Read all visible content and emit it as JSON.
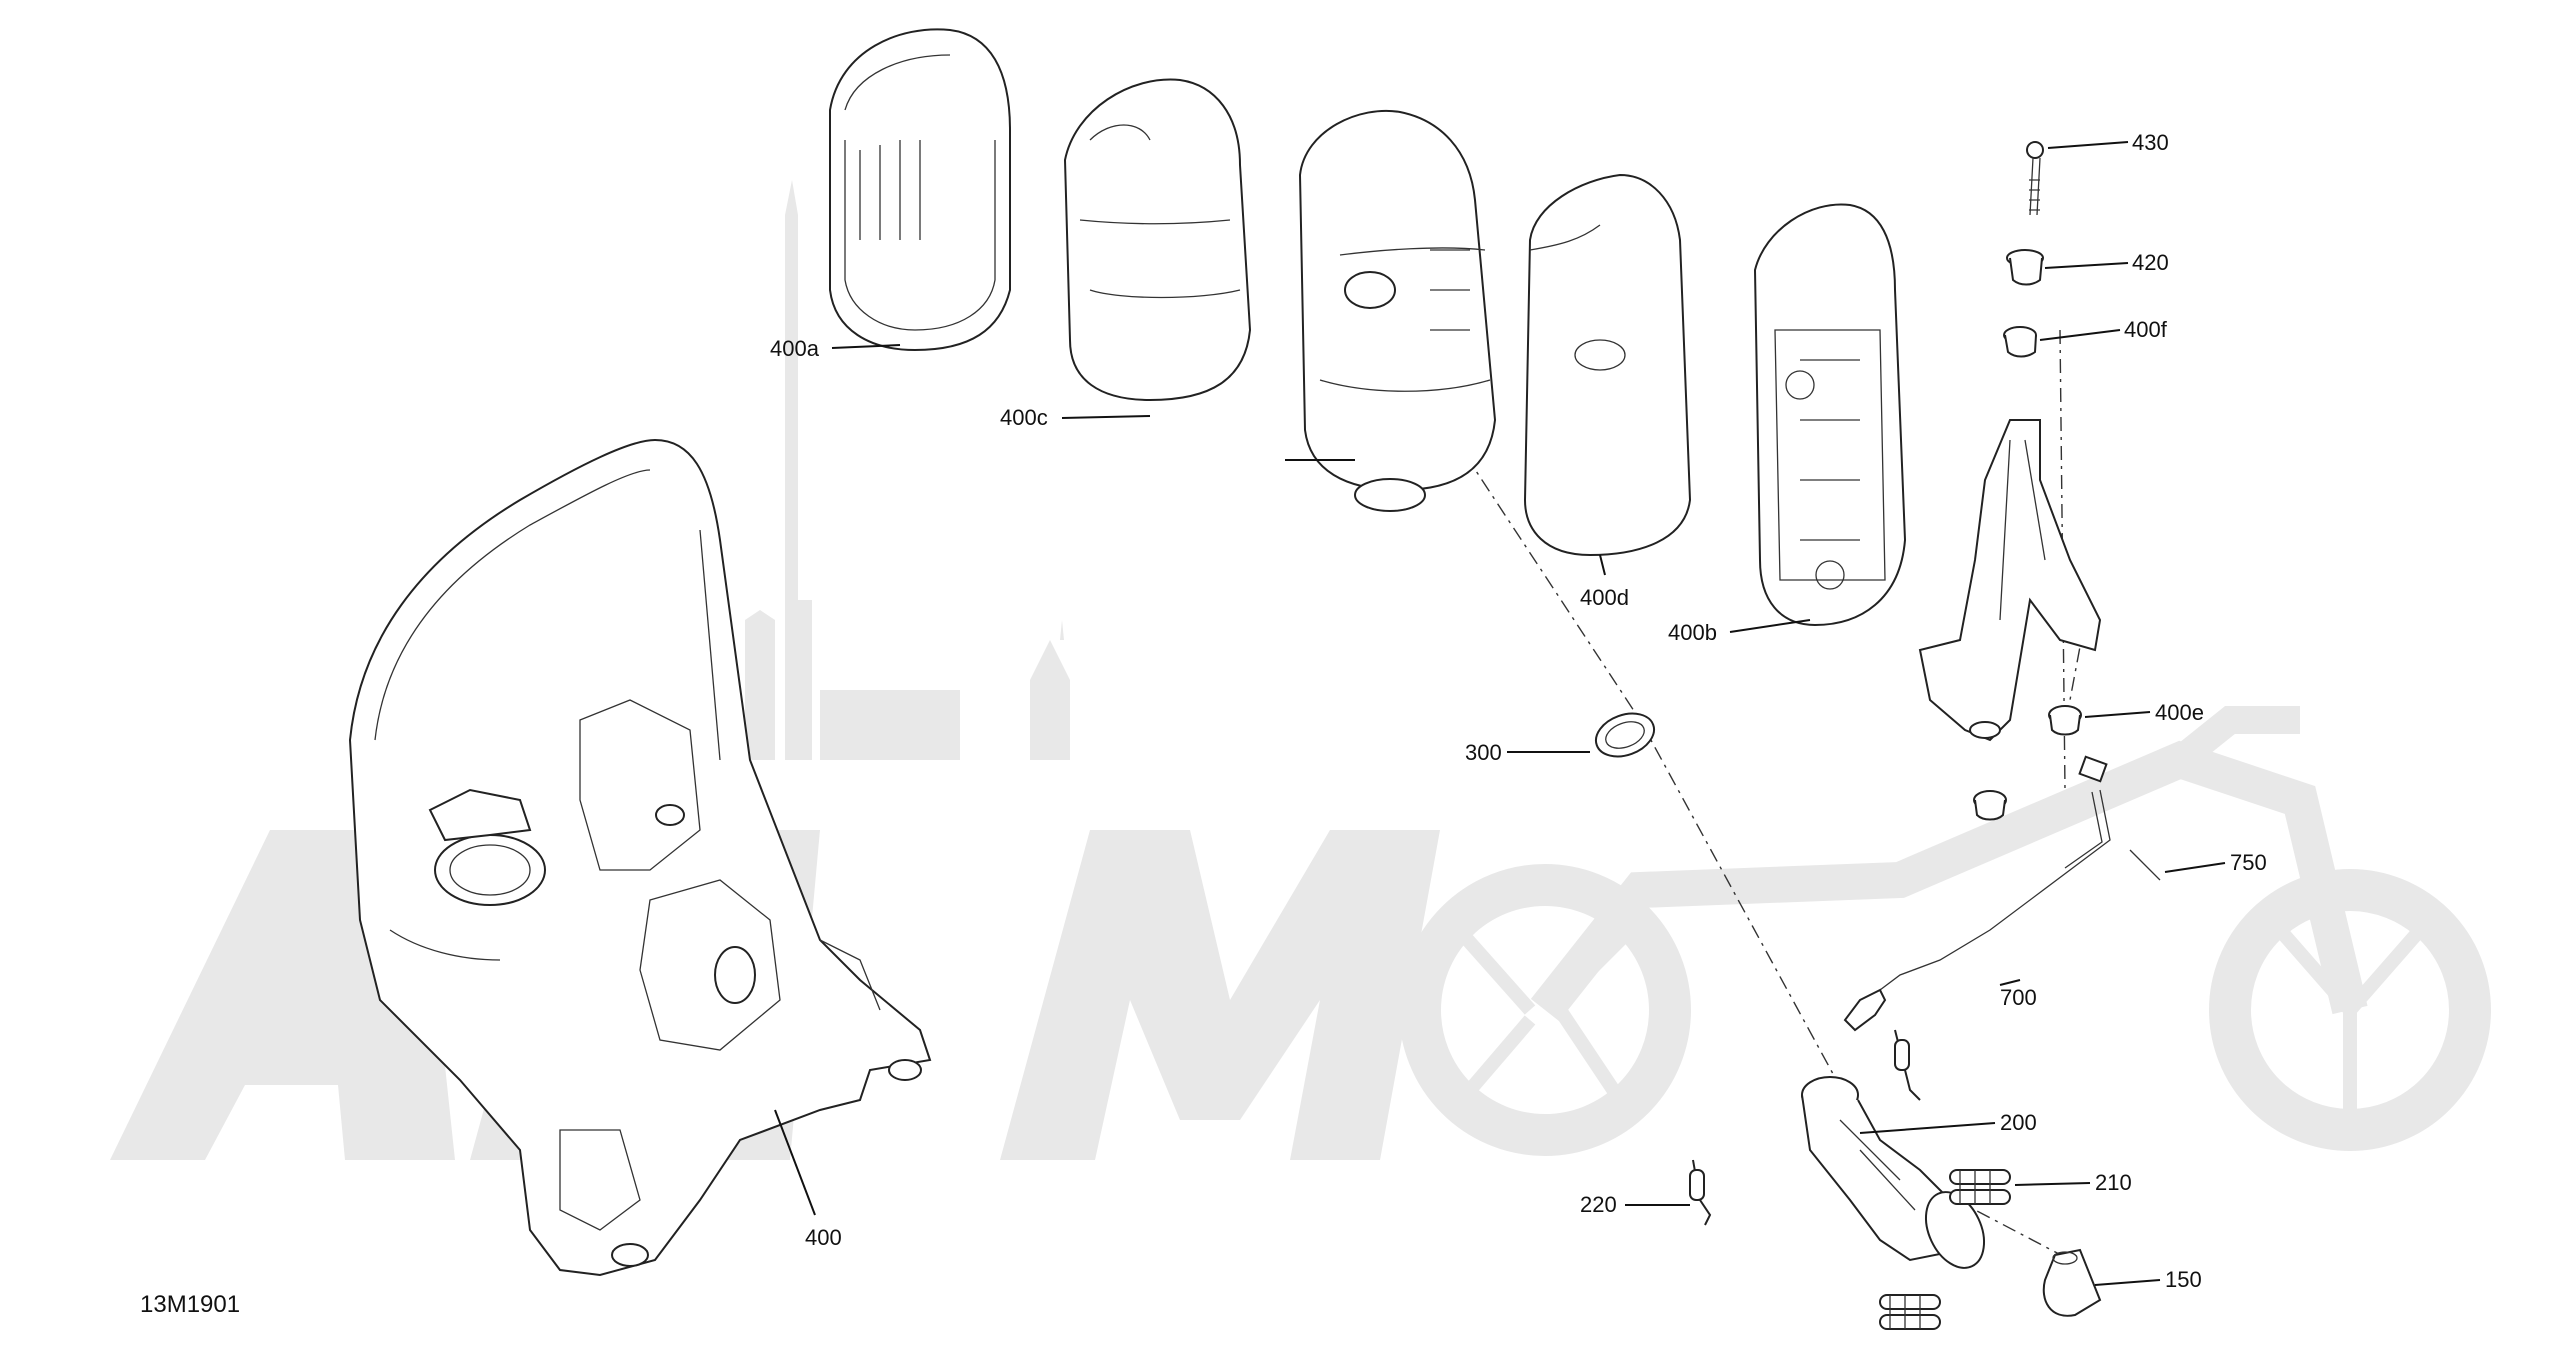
{
  "reference_code": "13M1901",
  "callouts": {
    "p430": "430",
    "p420": "420",
    "p400f": "400f",
    "p400a": "400a",
    "p400c": "400c",
    "p400d": "400d",
    "p400b": "400b",
    "p400e": "400e",
    "p300": "300",
    "p750": "750",
    "p700": "700",
    "p200": "200",
    "p210": "210",
    "p220": "220",
    "p150": "150",
    "p400": "400"
  },
  "colors": {
    "watermark": "#e8e8e8",
    "line": "#222222"
  }
}
